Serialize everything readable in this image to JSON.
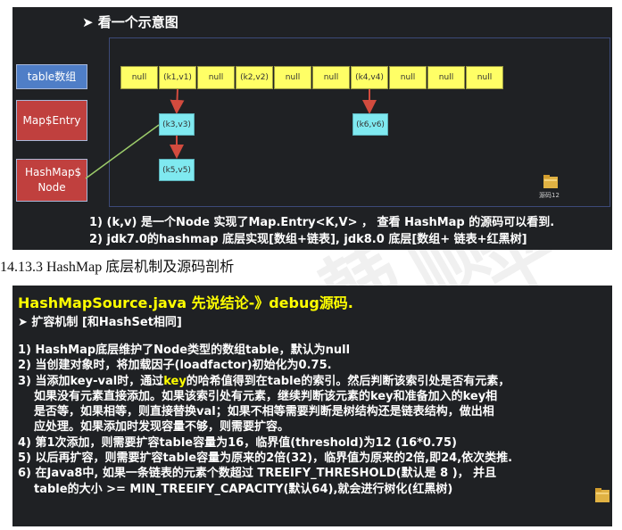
{
  "panel1": {
    "title": "➤ 看一个示意图",
    "labels": {
      "table": "table数组",
      "entry": "Map$Entry",
      "node": "HashMap$ Node"
    },
    "cells": [
      "null",
      "(k1,v1)",
      "null",
      "(k2,v2)",
      "null",
      "null",
      "(k4,v4)",
      "null",
      "null",
      "null"
    ],
    "nodes": [
      "(k3,v3)",
      "(k5,v5)",
      "(k6,v6)"
    ],
    "notes": [
      "1) (k,v) 是一个Node 实现了Map.Entry<K,V> ， 查看 HashMap 的源码可以看到.",
      "2) jdk7.0的hashmap 底层实现[数组+链表], jdk8.0 底层[数组+ 链表+红黑树]"
    ],
    "folder_label": "源码12",
    "colors": {
      "table": "#4f7ec7",
      "entry": "#c0403e",
      "cell": "#ffff66",
      "node": "#7fe9f0",
      "arrow": "#d24b3e",
      "link": "#9ccc6a"
    }
  },
  "section_heading": "14.13.3 HashMap 底层机制及源码剖析",
  "panel2": {
    "title": "HashMapSource.java 先说结论-》debug源码.",
    "subtitle": "➤ 扩容机制 [和HashSet相同]",
    "items": [
      "1) HashMap底层维护了Node类型的数组table，默认为null",
      "2) 当创建对象时，将加载因子(loadfactor)初始化为0.75.",
      "3) 当添加key-val时，通过",
      "key",
      "的哈希值得到在table的索引。然后判断该索引处是否有元素，",
      "如果没有元素直接添加。如果该索引处有元素，继续判断该元素的key和准备加入的key相",
      "是否等，如果相等，则直接替换val；如果不相等需要判断是树结构还是链表结构，做出相",
      "应处理。如果添加时发现容量不够，则需要扩容。",
      "4) 第1次添加，则需要扩容table容量为16，临界值(threshold)为12 (16*0.75)",
      "5) 以后再扩容，则需要扩容table容量为原来的2倍(32)，临界值为原来的2倍,即24,依次类推.",
      "6) 在Java8中, 如果一条链表的元素个数超过 TREEIFY_THRESHOLD(默认是 8 )， 并且",
      "table的大小 >= MIN_TREEIFY_CAPACITY(默认64),就会进行树化(红黑树)"
    ]
  }
}
